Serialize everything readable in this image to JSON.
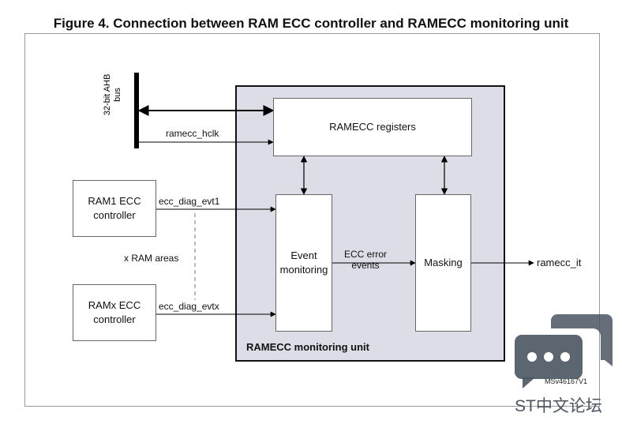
{
  "title": "Figure 4. Connection between RAM ECC controller and RAMECC monitoring unit",
  "bus_label_line1": "32-bit AHB",
  "bus_label_line2": "bus",
  "hclk_label": "ramecc_hclk",
  "registers_label": "RAMECC registers",
  "ram1_line1": "RAM1 ECC",
  "ram1_line2": "controller",
  "ramx_line1": "RAMx ECC",
  "ramx_line2": "controller",
  "evt1_label": "ecc_diag_evt1",
  "evtx_label": "ecc_diag_evtx",
  "x_ram_label": "x RAM areas",
  "event_line1": "Event",
  "event_line2": "monitoring",
  "errors_line1": "ECC error",
  "errors_line2": "events",
  "masking_label": "Masking",
  "output_label": "ramecc_it",
  "unit_label": "RAMECC monitoring unit",
  "figure_code": "MSv46167V1",
  "watermark_text": "ST中文论坛",
  "watermark_icon": "chat-bubbles-icon",
  "colors": {
    "unit_fill": "#dcdde6",
    "watermark": "#4a5562"
  }
}
